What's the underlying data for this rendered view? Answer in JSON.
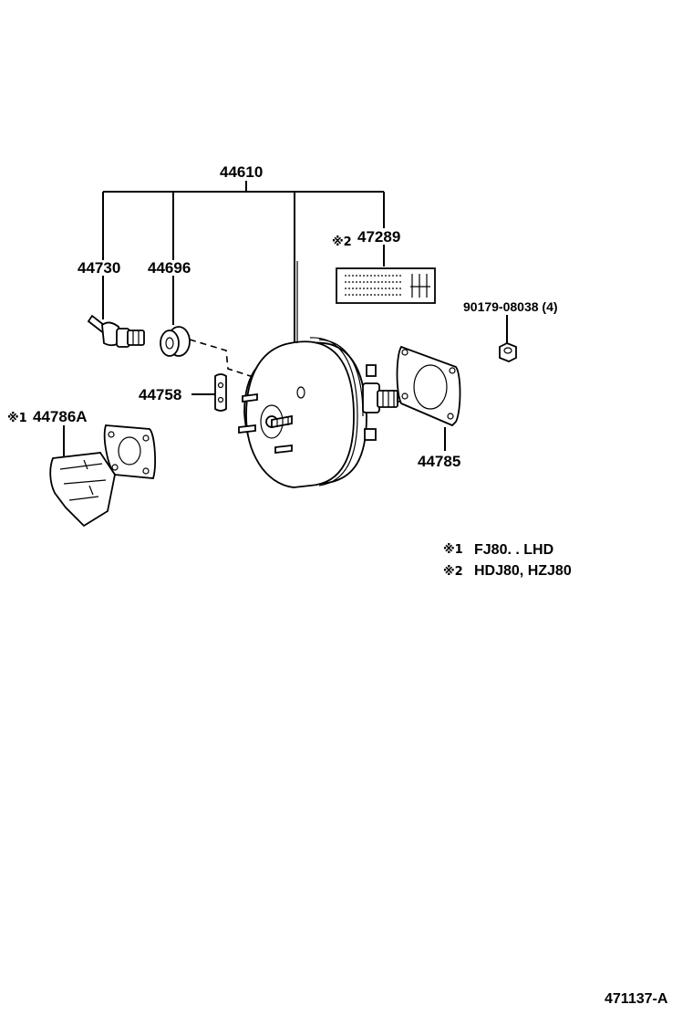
{
  "parts": {
    "assembly": "44610",
    "hose": "44730",
    "grommet": "44696",
    "check_valve_label_mark": "※2",
    "caution_plate": "47289",
    "nut": "90179-08038 (4)",
    "clip": "44758",
    "bracket_mark": "※1",
    "bracket": "44786A",
    "gasket": "44785"
  },
  "notes": [
    {
      "mark": "※1",
      "text": "FJ80. . LHD"
    },
    {
      "mark": "※2",
      "text": "HDJ80, HZJ80"
    }
  ],
  "diagram_id": "471137-A"
}
